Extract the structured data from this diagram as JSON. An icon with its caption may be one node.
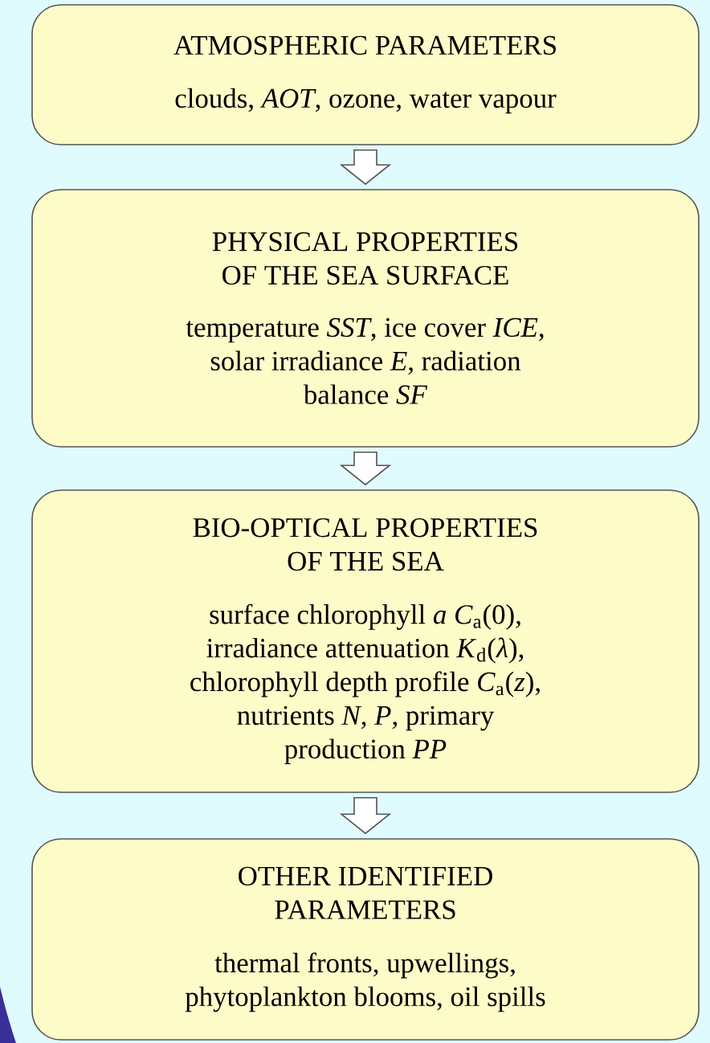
{
  "diagram": {
    "nodes": [
      {
        "text": [
          "ATMOSPHERIC PARAMETERS",
          "clouds, *AOT*, ozone, water vapour"
        ]
      },
      {
        "text": [
          "PHYSICAL PROPERTIES OF THE SEA SURFACE",
          "temperature *SST*, ice cover *ICE*, solar irradiance *E*, radiation balance *SF*"
        ]
      },
      {
        "text": [
          "BIO-OPTICAL PROPERTIES OF THE SEA",
          "surface chlorophyll *a* *C*$_{a}$(0), irradiance attenuation *K*$_{d}$(*λ*), chlorophyll depth profile *C*$_{a}$(*z*), nutrients *N*, *P*, primary production *PP*"
        ]
      },
      {
        "text": [
          "OTHER IDENTIFIED PARAMETERS",
          "thermal fronts, upwellings, phytoplankton blooms, oil spills"
        ]
      }
    ],
    "edges": [
      {
        "from": 0,
        "to": 1,
        "arrow": "to"
      },
      {
        "from": 1,
        "to": 2,
        "arrow": "to"
      },
      {
        "from": 2,
        "to": 3,
        "arrow": "to"
      }
    ]
  }
}
